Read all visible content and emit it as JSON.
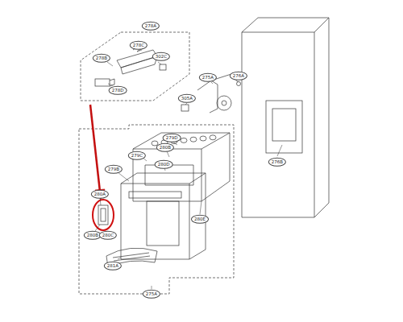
{
  "diagram": {
    "labels": [
      "278A",
      "278C",
      "302C",
      "278B",
      "278D",
      "275A",
      "276A",
      "305A",
      "276B",
      "279D",
      "280B",
      "279C",
      "280D",
      "279B",
      "280A",
      "280B",
      "280C",
      "280E",
      "281A",
      "275A"
    ]
  }
}
